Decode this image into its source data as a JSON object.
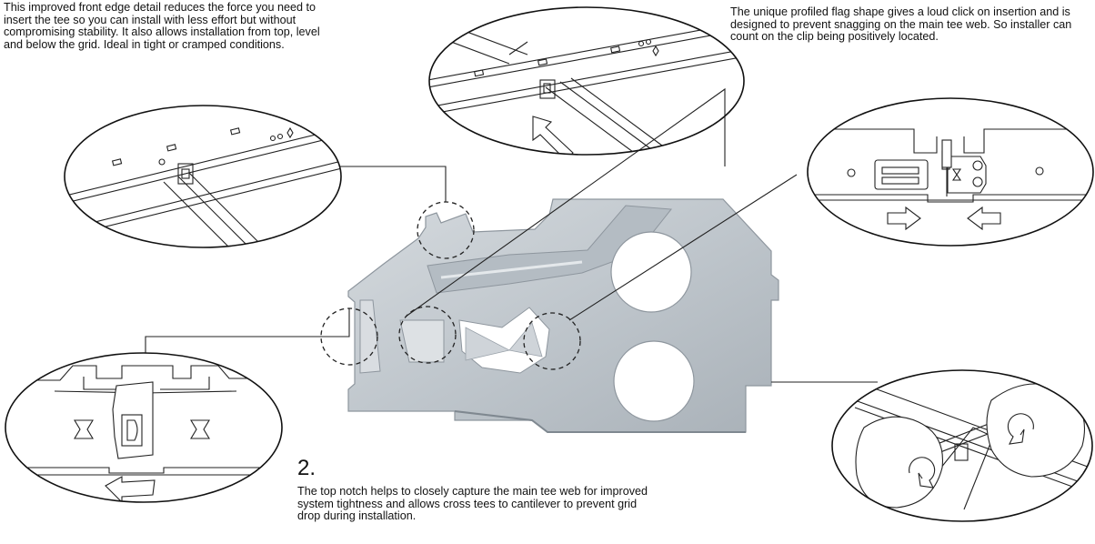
{
  "captions": {
    "front_edge": "This improved front edge detail reduces the force you need to insert the tee so you can install with less effort but without compromising stability. It also allows installation from top, level and below the grid. Ideal in tight or cramped conditions.",
    "flag_shape": "The unique profiled flag shape gives a loud click on insertion and is designed to prevent snagging on the main tee web. So installer can count on the clip being positively located.",
    "step_number": "2.",
    "top_notch": "The top notch helps to closely capture the main tee web for improved system tightness and allows cross tees to cantilever to prevent grid drop during installation."
  },
  "colors": {
    "clip_body": "#c3c9cf",
    "clip_shadow": "#9ea6ae",
    "line": "#222222"
  }
}
